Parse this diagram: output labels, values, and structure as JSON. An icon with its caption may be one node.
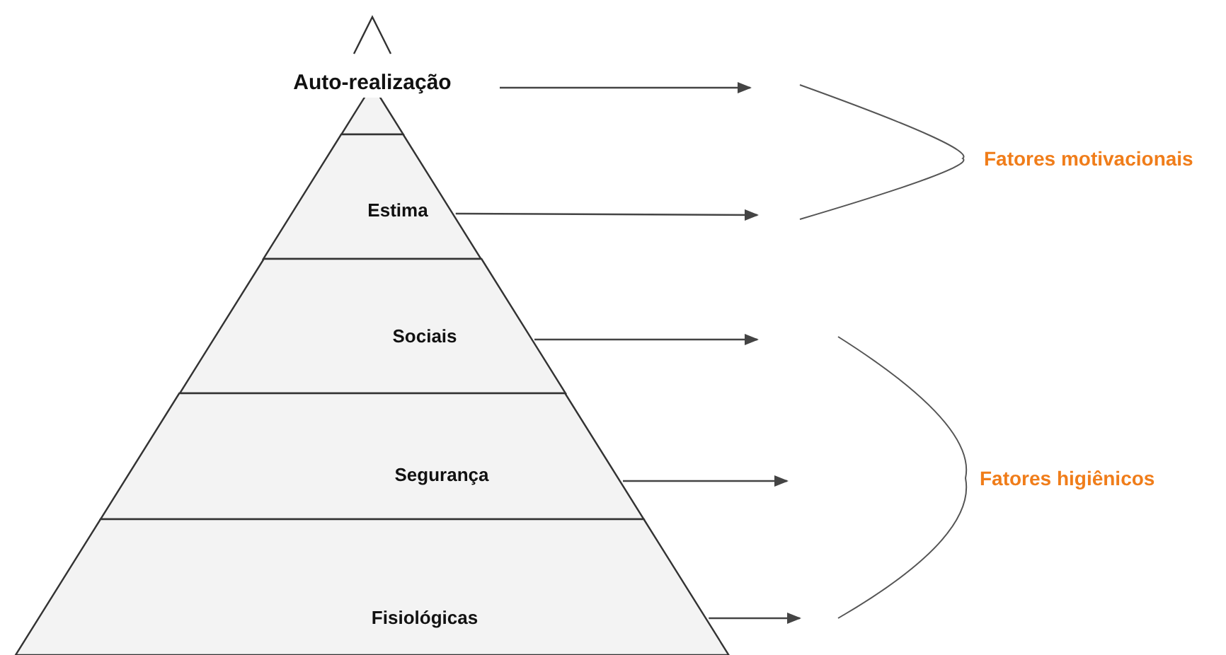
{
  "diagram": {
    "nodes": [
      {
        "text": [
          "Auto-realização"
        ]
      },
      {
        "text": [
          "Estima"
        ]
      },
      {
        "text": [
          "Sociais"
        ]
      },
      {
        "text": [
          "Segurança"
        ]
      },
      {
        "text": [
          "Fisiológicas"
        ]
      }
    ],
    "edges": [
      {
        "from": 0,
        "to": null,
        "arrow": "to"
      },
      {
        "from": 1,
        "to": null,
        "arrow": "to"
      },
      {
        "from": 2,
        "to": null,
        "arrow": "to"
      },
      {
        "from": 3,
        "to": null,
        "arrow": "to"
      },
      {
        "from": 4,
        "to": null,
        "arrow": "to"
      }
    ],
    "labels": [
      "Fatores motivacionais",
      "Fatores higiênicos"
    ]
  }
}
